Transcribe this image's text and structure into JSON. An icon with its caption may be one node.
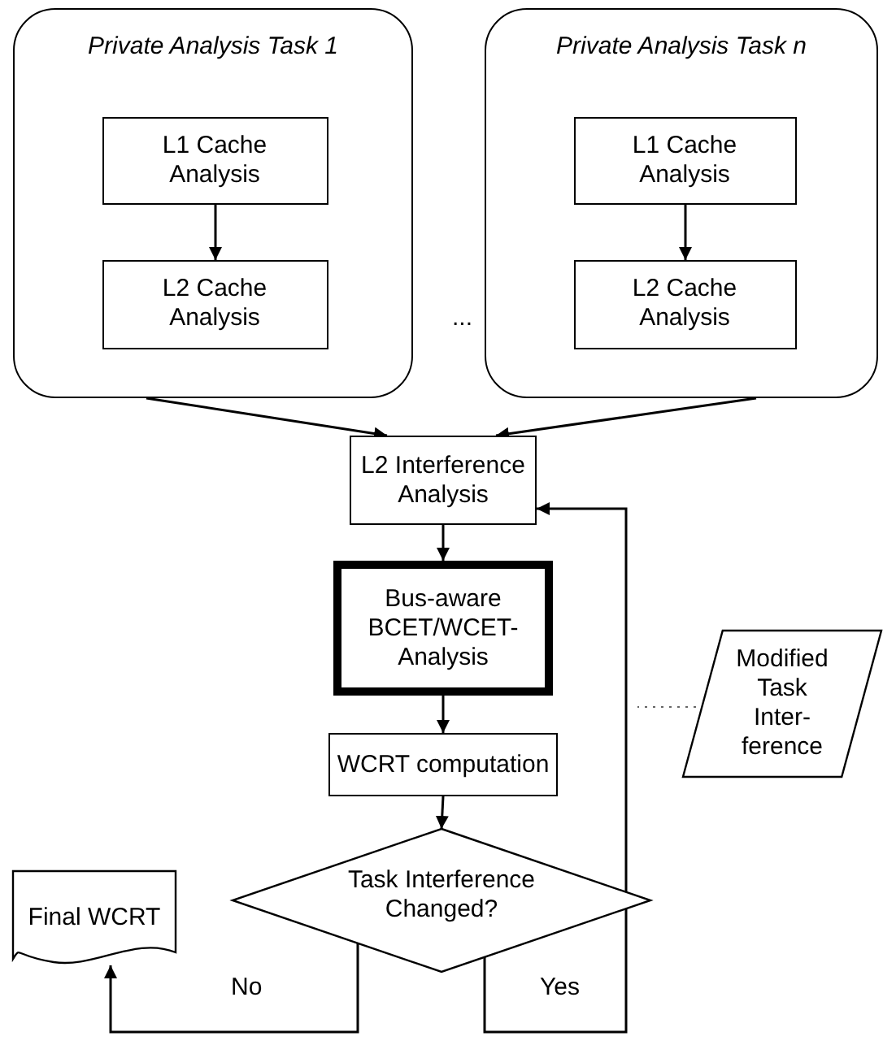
{
  "diagram": {
    "nodes": [
      {
        "text": [
          "Private Analysis Task 1"
        ]
      },
      {
        "text": [
          "L1 Cache Analysis"
        ],
        "in": 0
      },
      {
        "text": [
          "L2 Cache Analysis"
        ],
        "in": 0
      },
      {
        "text": [
          "Private Analysis Task n"
        ]
      },
      {
        "text": [
          "L1 Cache Analysis"
        ],
        "in": 3
      },
      {
        "text": [
          "L2 Cache Analysis"
        ],
        "in": 3
      },
      {
        "text": [
          "L2 Interference Analysis"
        ]
      },
      {
        "text": [
          "Bus-aware BCET/WCET-Analysis"
        ]
      },
      {
        "text": [
          "WCRT computation"
        ]
      },
      {
        "text": [
          "Task Interference Changed?"
        ]
      },
      {
        "text": [
          "Final WCRT"
        ]
      },
      {
        "text": [
          "Modified Task Inter-ference"
        ]
      }
    ],
    "edges": [
      {
        "from": 1,
        "to": 2,
        "arrow": "to"
      },
      {
        "from": 4,
        "to": 5,
        "arrow": "to"
      },
      {
        "from": 0,
        "to": 6,
        "arrow": "to"
      },
      {
        "from": 3,
        "to": 6,
        "arrow": "to"
      },
      {
        "from": 6,
        "to": 7,
        "arrow": "to"
      },
      {
        "from": 7,
        "to": 8,
        "arrow": "to"
      },
      {
        "from": 8,
        "to": 9,
        "arrow": "to"
      },
      {
        "from": 9,
        "to": 10,
        "label": "No",
        "arrow": "to"
      },
      {
        "from": 9,
        "to": 6,
        "label": "Yes",
        "arrow": "to"
      },
      {
        "from": 11,
        "to": null,
        "arrow": "none",
        "style": "dashed",
        "color": "#666666"
      }
    ],
    "labels": [
      "..."
    ]
  }
}
